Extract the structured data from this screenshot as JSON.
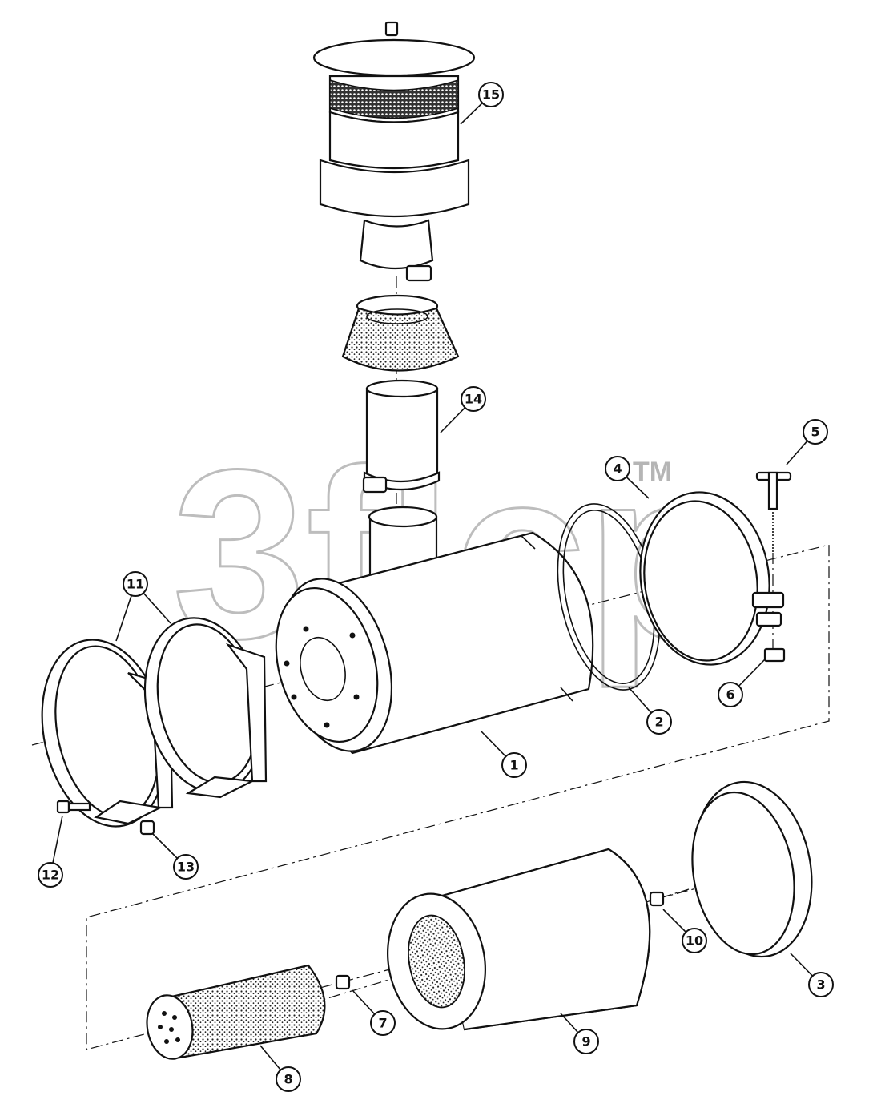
{
  "watermark": {
    "text": "3flcp",
    "tm": "TM",
    "color": "#bdbdbd"
  },
  "callouts": [
    {
      "id": "1",
      "label": "1"
    },
    {
      "id": "2",
      "label": "2"
    },
    {
      "id": "3",
      "label": "3"
    },
    {
      "id": "4",
      "label": "4"
    },
    {
      "id": "5",
      "label": "5"
    },
    {
      "id": "6",
      "label": "6"
    },
    {
      "id": "7",
      "label": "7"
    },
    {
      "id": "8",
      "label": "8"
    },
    {
      "id": "9",
      "label": "9"
    },
    {
      "id": "10",
      "label": "10"
    },
    {
      "id": "11",
      "label": "11"
    },
    {
      "id": "12",
      "label": "12"
    },
    {
      "id": "13",
      "label": "13"
    },
    {
      "id": "14",
      "label": "14"
    },
    {
      "id": "15",
      "label": "15"
    }
  ]
}
